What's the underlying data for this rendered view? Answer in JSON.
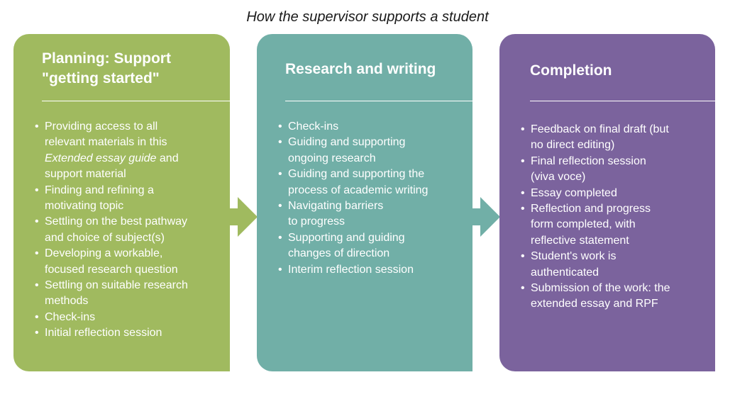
{
  "caption": "How the supervisor supports a student",
  "colors": {
    "planning": "#a0ba5f",
    "research": "#71afa7",
    "completion": "#7b639d"
  },
  "stages": [
    {
      "title_lines": [
        "Planning: Support",
        "\"getting started\""
      ],
      "items": [
        {
          "lines": [
            [
              {
                "t": "Providing access to all"
              }
            ],
            [
              {
                "t": "relevant materials in this"
              }
            ],
            [
              {
                "t": "Extended essay guide",
                "i": true
              },
              {
                "t": " and"
              }
            ],
            [
              {
                "t": "support material"
              }
            ]
          ]
        },
        {
          "lines": [
            [
              {
                "t": "Finding and refining a"
              }
            ],
            [
              {
                "t": "motivating topic"
              }
            ]
          ]
        },
        {
          "lines": [
            [
              {
                "t": "Settling on the best pathway"
              }
            ],
            [
              {
                "t": "and choice of subject(s)"
              }
            ]
          ]
        },
        {
          "lines": [
            [
              {
                "t": "Developing a workable,"
              }
            ],
            [
              {
                "t": "focused research question"
              }
            ]
          ]
        },
        {
          "lines": [
            [
              {
                "t": "Settling on suitable research"
              }
            ],
            [
              {
                "t": "methods"
              }
            ]
          ]
        },
        {
          "lines": [
            [
              {
                "t": "Check-ins"
              }
            ]
          ]
        },
        {
          "lines": [
            [
              {
                "t": "Initial reflection session"
              }
            ]
          ]
        }
      ]
    },
    {
      "title_lines": [
        "Research and writing"
      ],
      "items": [
        {
          "lines": [
            [
              {
                "t": "Check-ins"
              }
            ]
          ]
        },
        {
          "lines": [
            [
              {
                "t": "Guiding and supporting"
              }
            ],
            [
              {
                "t": "ongoing research"
              }
            ]
          ]
        },
        {
          "lines": [
            [
              {
                "t": "Guiding and supporting the"
              }
            ],
            [
              {
                "t": "process of academic writing"
              }
            ]
          ]
        },
        {
          "lines": [
            [
              {
                "t": "Navigating barriers"
              }
            ],
            [
              {
                "t": "to progress"
              }
            ]
          ]
        },
        {
          "lines": [
            [
              {
                "t": "Supporting and guiding"
              }
            ],
            [
              {
                "t": "changes of direction"
              }
            ]
          ]
        },
        {
          "lines": [
            [
              {
                "t": "Interim reflection session"
              }
            ]
          ]
        }
      ]
    },
    {
      "title_lines": [
        "Completion"
      ],
      "items": [
        {
          "lines": [
            [
              {
                "t": "Feedback on final draft (but"
              }
            ],
            [
              {
                "t": "no direct editing)"
              }
            ]
          ]
        },
        {
          "lines": [
            [
              {
                "t": "Final reflection session"
              }
            ],
            [
              {
                "t": "(viva voce)"
              }
            ]
          ]
        },
        {
          "lines": [
            [
              {
                "t": "Essay completed"
              }
            ]
          ]
        },
        {
          "lines": [
            [
              {
                "t": "Reflection and progress"
              }
            ],
            [
              {
                "t": "form completed, with"
              }
            ],
            [
              {
                "t": "reflective statement"
              }
            ]
          ]
        },
        {
          "lines": [
            [
              {
                "t": "Student's work is"
              }
            ],
            [
              {
                "t": "authenticated"
              }
            ]
          ]
        },
        {
          "lines": [
            [
              {
                "t": "Submission of the work: the"
              }
            ],
            [
              {
                "t": "extended essay and RPF"
              }
            ]
          ]
        }
      ]
    }
  ]
}
